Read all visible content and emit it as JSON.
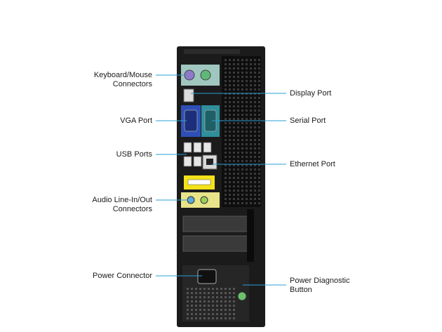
{
  "colors": {
    "leader_line": "#2a9fd6",
    "chassis": "#1b1b1b",
    "ps2_panel": "#9fc7c0",
    "vga_panel": "#2f4fb8",
    "serial_panel": "#2f8f9a",
    "audio_panel": "#e8e48a",
    "sticker": "#f3e21a"
  },
  "left_labels": [
    {
      "lines": [
        "Keyboard/Mouse",
        "Connectors"
      ]
    },
    {
      "lines": [
        "VGA Port"
      ]
    },
    {
      "lines": [
        "USB Ports"
      ]
    },
    {
      "lines": [
        "Audio Line-In/Out",
        "Connectors"
      ]
    },
    {
      "lines": [
        "Power Connector"
      ]
    }
  ],
  "right_labels": [
    {
      "lines": [
        "Display Port"
      ]
    },
    {
      "lines": [
        "Serial Port"
      ]
    },
    {
      "lines": [
        "Ethernet Port"
      ]
    },
    {
      "lines": [
        "Power Diagnostic",
        "Button"
      ]
    }
  ]
}
